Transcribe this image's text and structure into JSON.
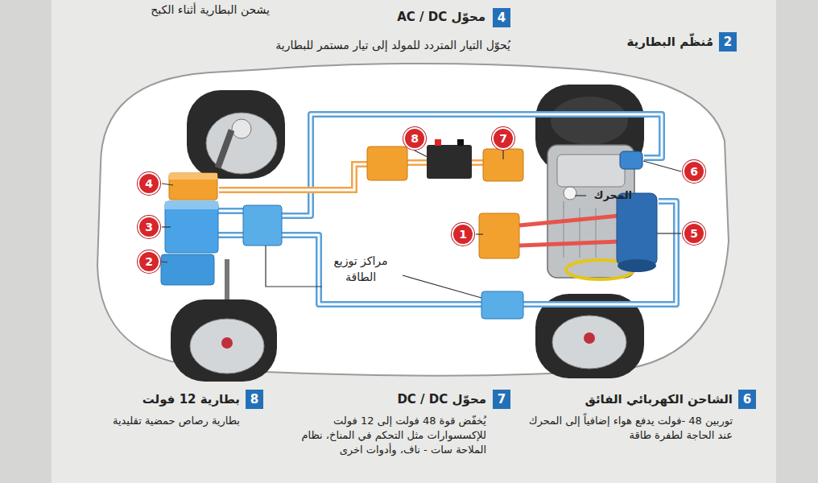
{
  "diagram": {
    "nodes": [
      {
        "text": [
          "4"
        ]
      },
      {
        "text": [
          "2"
        ]
      },
      {
        "text": [
          "8"
        ]
      },
      {
        "text": [
          "7"
        ]
      },
      {
        "text": [
          "6"
        ]
      },
      {
        "text": [
          "4"
        ]
      },
      {
        "text": [
          "3"
        ]
      },
      {
        "text": [
          "1"
        ]
      },
      {
        "text": [
          "5"
        ]
      },
      {
        "text": [
          "2"
        ]
      },
      {
        "text": [
          "8"
        ]
      },
      {
        "text": [
          "7"
        ]
      },
      {
        "text": [
          "6"
        ]
      }
    ],
    "labels": [
      "يشحن البطارية أثناء الكبح",
      "محوّل AC / DC",
      "يُحوّل التيار المتردد للمولد إلى تيار مستمر للبطارية",
      "مُنظّم البطارية",
      "المحرك",
      "مراكز توزيع الطاقة",
      "بطارية 12 فولت",
      "بطارية رصاص حمضية تقليدية",
      "محوّل DC / DC",
      "يُخفّض قوة 48 فولت إلى 12 فولت للإكسسوارات مثل التحكم في المناخ، نظام الملاحة سات - ناف، وأدوات اخرى",
      "الشاحن الكهربائي الفائق",
      "توربين 48 -فولت يدفع هواء إضافياً إلى المحرك عند الحاجة لطفرة طاقة"
    ]
  }
}
